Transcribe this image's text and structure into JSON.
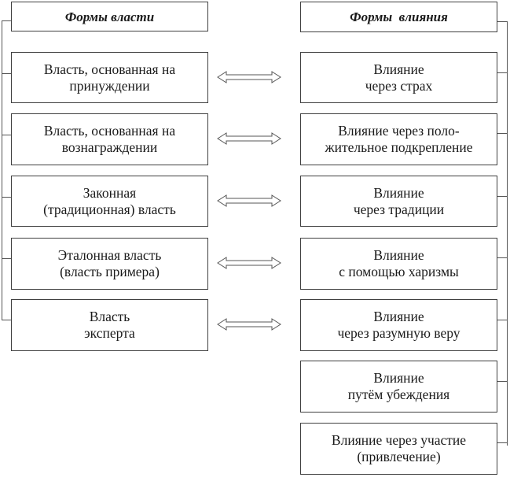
{
  "left": {
    "header": "Формы власти",
    "items": [
      {
        "line1": "Власть, основанная на",
        "line2": "принуждении"
      },
      {
        "line1": "Власть, основанная на",
        "line2": "вознаграждении"
      },
      {
        "line1": "Законная",
        "line2": "(традиционная) власть"
      },
      {
        "line1": "Эталонная власть",
        "line2": "(власть примера)"
      },
      {
        "line1": "Власть",
        "line2": "эксперта"
      }
    ]
  },
  "right": {
    "header": "Формы  влияния",
    "items": [
      {
        "line1": "Влияние",
        "line2": "через страх"
      },
      {
        "line1": "Влияние через поло-",
        "line2": "жительное подкрепление"
      },
      {
        "line1": "Влияние",
        "line2": "через традиции"
      },
      {
        "line1": "Влияние",
        "line2": "с помощью харизмы"
      },
      {
        "line1": "Влияние",
        "line2": "через разумную веру"
      },
      {
        "line1": "Влияние",
        "line2": "путём убеждения"
      },
      {
        "line1": "Влияние через участие",
        "line2": "(привлечение)"
      }
    ]
  },
  "arrows": [
    {
      "from": "left.items.0",
      "to": "right.items.0",
      "type": "bidirectional"
    },
    {
      "from": "left.items.1",
      "to": "right.items.1",
      "type": "bidirectional"
    },
    {
      "from": "left.items.2",
      "to": "right.items.2",
      "type": "bidirectional"
    },
    {
      "from": "left.items.3",
      "to": "right.items.3",
      "type": "bidirectional"
    },
    {
      "from": "left.items.4",
      "to": "right.items.4",
      "type": "bidirectional"
    }
  ]
}
